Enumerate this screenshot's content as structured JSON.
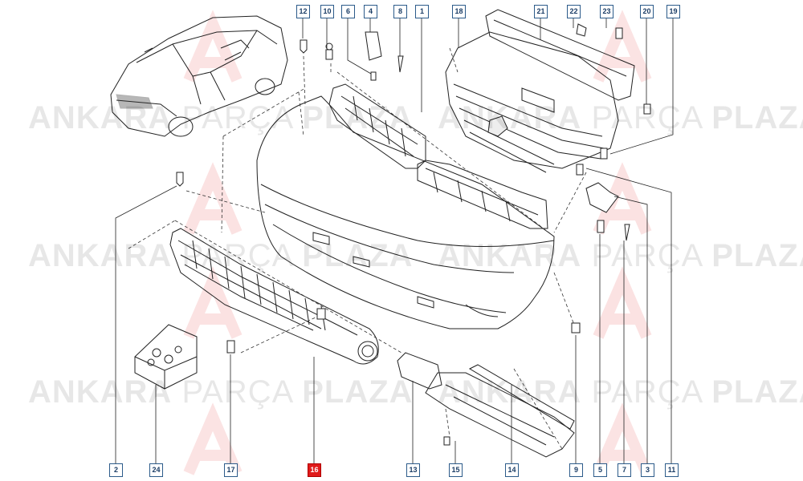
{
  "diagram": {
    "callouts": [
      {
        "id": "c12",
        "label": "12"
      },
      {
        "id": "c10",
        "label": "10"
      },
      {
        "id": "c6",
        "label": "6"
      },
      {
        "id": "c4",
        "label": "4"
      },
      {
        "id": "c8",
        "label": "8"
      },
      {
        "id": "c1",
        "label": "1"
      },
      {
        "id": "c18",
        "label": "18"
      },
      {
        "id": "c21",
        "label": "21"
      },
      {
        "id": "c22",
        "label": "22"
      },
      {
        "id": "c23",
        "label": "23"
      },
      {
        "id": "c20",
        "label": "20"
      },
      {
        "id": "c19",
        "label": "19"
      },
      {
        "id": "c2",
        "label": "2"
      },
      {
        "id": "c24",
        "label": "24"
      },
      {
        "id": "c17",
        "label": "17"
      },
      {
        "id": "c16",
        "label": "16",
        "highlight": true
      },
      {
        "id": "c13",
        "label": "13"
      },
      {
        "id": "c15",
        "label": "15"
      },
      {
        "id": "c14",
        "label": "14"
      },
      {
        "id": "c9",
        "label": "9"
      },
      {
        "id": "c5",
        "label": "5"
      },
      {
        "id": "c7",
        "label": "7"
      },
      {
        "id": "c3",
        "label": "3"
      },
      {
        "id": "c11",
        "label": "11"
      }
    ],
    "watermark": {
      "word1": "ANKARA",
      "word2": "PARÇA",
      "word3": "PLAZA"
    },
    "colors": {
      "callout_border": "#2c5b8a",
      "highlight": "#e01b1b",
      "line": "#222222"
    }
  }
}
